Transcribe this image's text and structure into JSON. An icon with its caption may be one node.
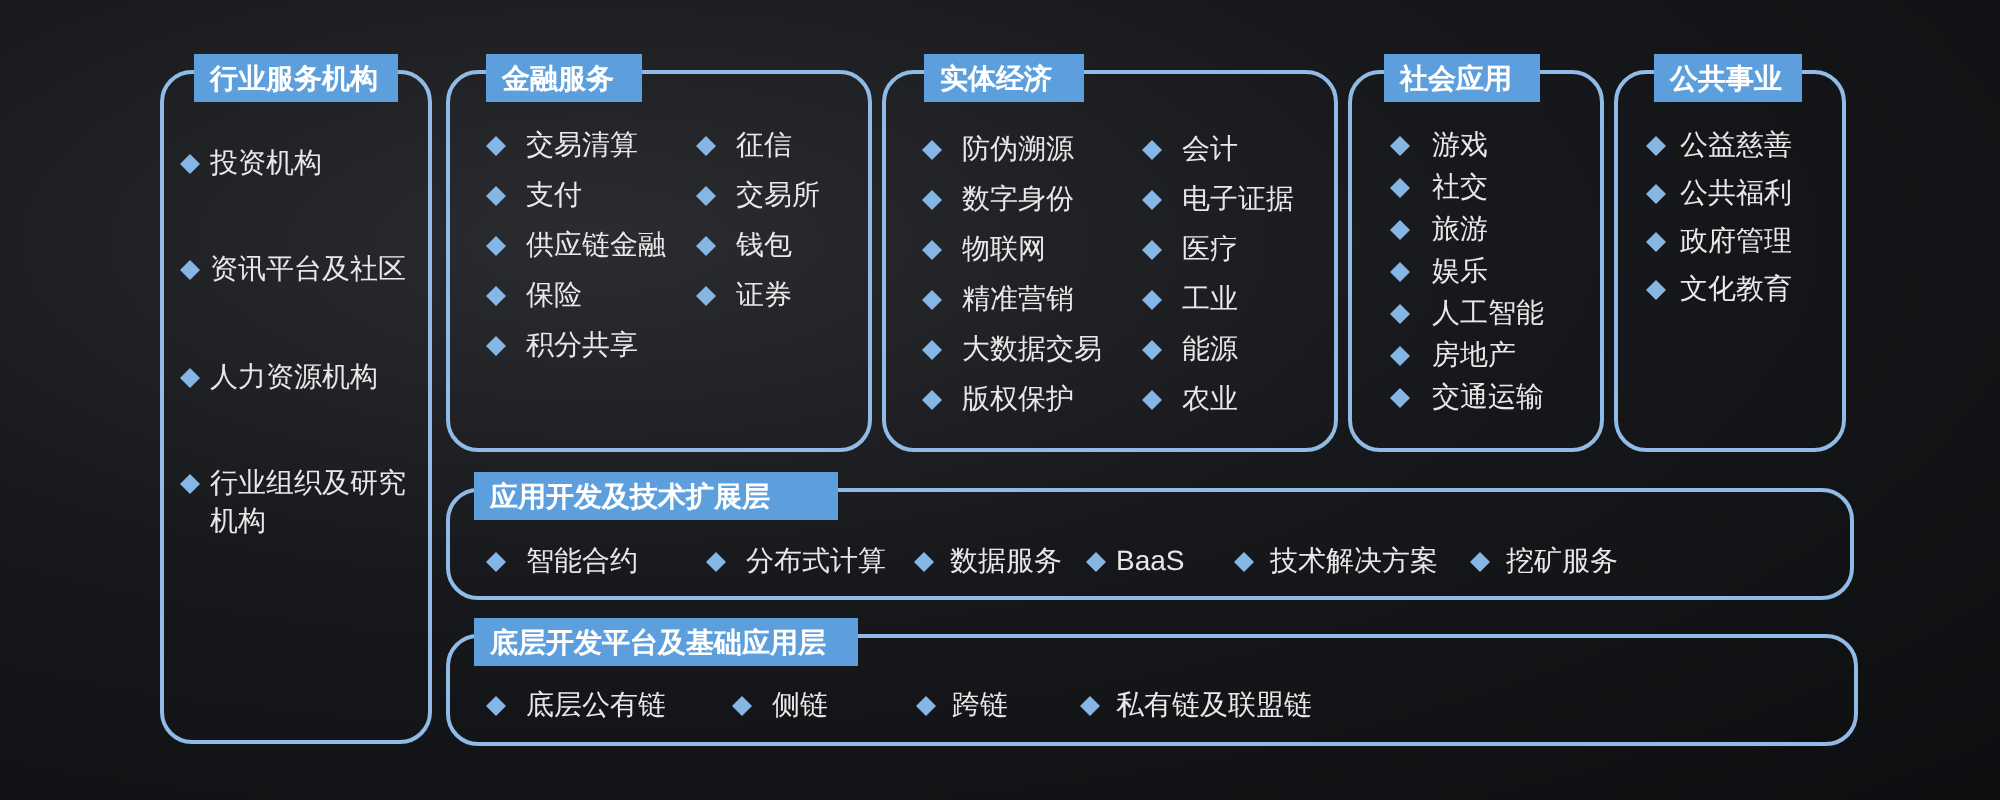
{
  "diagram": {
    "nodes": [
      {
        "text": [
          "行业服务机构",
          "投资机构",
          "资讯平台及社区",
          "人力资源机构",
          "行业组织及研究机构"
        ]
      },
      {
        "text": [
          "金融服务",
          "交易清算",
          "支付",
          "供应链金融",
          "保险",
          "积分共享",
          "征信",
          "交易所",
          "钱包",
          "证券"
        ]
      },
      {
        "text": [
          "实体经济",
          "防伪溯源",
          "数字身份",
          "物联网",
          "精准营销",
          "大数据交易",
          "版权保护",
          "会计",
          "电子证据",
          "医疗",
          "工业",
          "能源",
          "农业"
        ]
      },
      {
        "text": [
          "社会应用",
          "游戏",
          "社交",
          "旅游",
          "娱乐",
          "人工智能",
          "房地产",
          "交通运输"
        ]
      },
      {
        "text": [
          "公共事业",
          "公益慈善",
          "公共福利",
          "政府管理",
          "文化教育"
        ]
      },
      {
        "text": [
          "应用开发及技术扩展层",
          "智能合约",
          "分布式计算",
          "数据服务",
          "BaaS",
          "技术解决方案",
          "挖矿服务"
        ]
      },
      {
        "text": [
          "底层开发平台及基础应用层",
          "底层公有链",
          "侧链",
          "跨链",
          "私有链及联盟链"
        ]
      }
    ]
  }
}
